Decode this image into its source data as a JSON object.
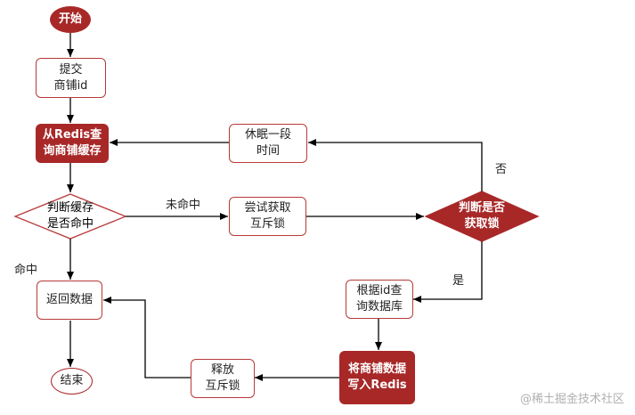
{
  "nodes": {
    "start": "开始",
    "submit_id": "提交\n商铺id",
    "query_redis": "从Redis查\n询商铺缓存",
    "sleep": "休眠一段\n时间",
    "check_cache": "判断缓存\n是否命中",
    "try_lock": "尝试获取\n互斥锁",
    "check_lock": "判断是否\n获取锁",
    "query_db": "根据id查\n询数据库",
    "return_data": "返回数据",
    "write_redis": "将商铺数据\n写入Redis",
    "release_lock": "释放\n互斥锁",
    "end": "结束"
  },
  "edge_labels": {
    "miss": "未命中",
    "hit": "命中",
    "no": "否",
    "yes": "是"
  },
  "watermark": "@稀土掘金技术社区",
  "colors": {
    "accent": "#a82828",
    "border": "#b83a3a",
    "line": "#000000"
  }
}
